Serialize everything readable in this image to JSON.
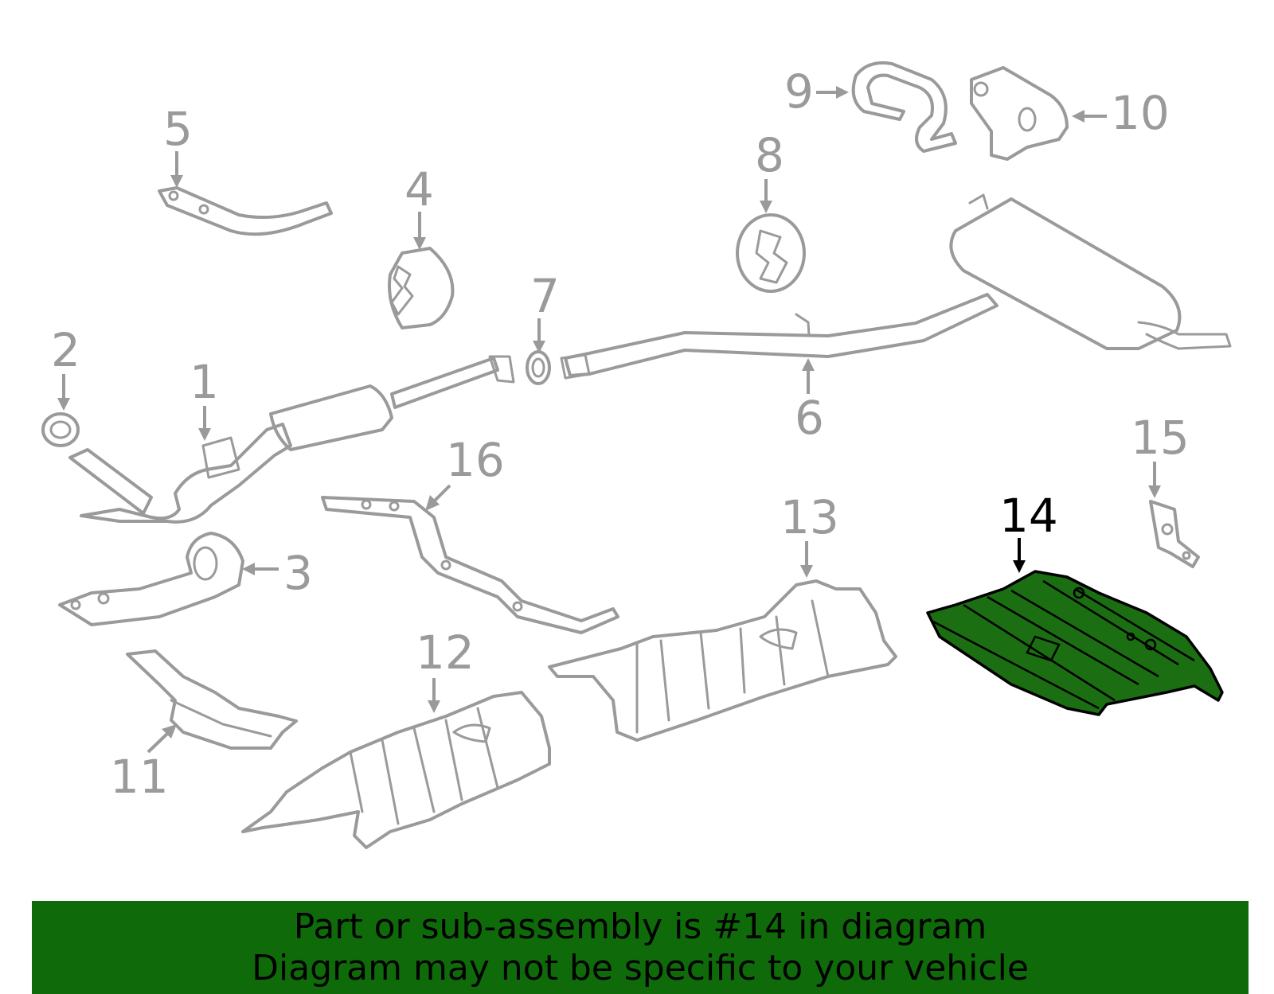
{
  "diagram": {
    "highlight_color": "#1b6e12",
    "part_color": "#9a9a9a",
    "callouts": {
      "c1": "1",
      "c2": "2",
      "c3": "3",
      "c4": "4",
      "c5": "5",
      "c6": "6",
      "c7": "7",
      "c8": "8",
      "c9": "9",
      "c10": "10",
      "c11": "11",
      "c12": "12",
      "c13": "13",
      "c14": "14",
      "c15": "15",
      "c16": "16"
    },
    "highlighted_part": "14"
  },
  "banner": {
    "background": "#0f6b0a",
    "line1": "Part or sub-assembly is #14 in diagram",
    "line2": "Diagram may not be specific to your vehicle"
  }
}
